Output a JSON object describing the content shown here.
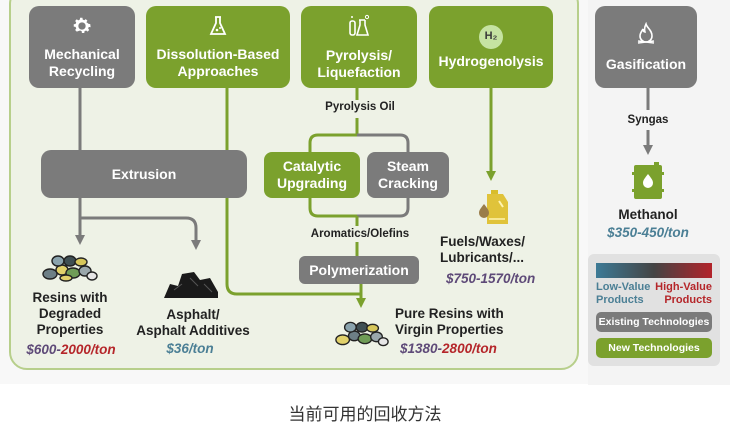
{
  "caption": "当前可用的回收方法",
  "colors": {
    "existing_technology": "#7b7b7b",
    "new_technology": "#7ba12d",
    "low_value": "#4b7f95",
    "mid_value": "#5e4a78",
    "high_value": "#b5262a",
    "panel_border": "#b7cf8b"
  },
  "processes": {
    "mechanical": {
      "label": "Mechanical\nRecycling",
      "icon": "gear-icon",
      "type": "existing"
    },
    "dissolution": {
      "label": "Dissolution-Based\nApproaches",
      "icon": "flask-icon",
      "type": "new"
    },
    "pyrolysis": {
      "label": "Pyrolysis/\nLiquefaction",
      "icon": "lab-glassware-icon",
      "type": "new"
    },
    "hydrogenolysis": {
      "label": "Hydrogenolysis",
      "icon": "h2-icon",
      "icon_text": "H₂",
      "type": "new"
    },
    "gasification": {
      "label": "Gasification",
      "icon": "fire-icon",
      "type": "existing"
    },
    "extrusion": {
      "label": "Extrusion",
      "type": "existing"
    },
    "catalytic": {
      "label": "Catalytic\nUpgrading",
      "type": "new"
    },
    "steam": {
      "label": "Steam\nCracking",
      "type": "existing"
    },
    "polymerization": {
      "label": "Polymerization",
      "type": "existing"
    }
  },
  "intermediates": {
    "pyrolysis_oil": "Pyrolysis Oil",
    "aromatics": "Aromatics/Olefins",
    "syngas": "Syngas"
  },
  "products": {
    "degraded": {
      "label": "Resins with\nDegraded\nProperties",
      "price_low": "$600-",
      "price_high": "2000/ton",
      "icon": "resin-pellets-icon"
    },
    "asphalt": {
      "label": "Asphalt/\nAsphalt Additives",
      "price": "$36/ton",
      "icon": "asphalt-pile-icon"
    },
    "virgin": {
      "label": "Pure Resins with\nVirgin Properties",
      "price_low": "$1380-",
      "price_high": "2800/ton",
      "icon": "resin-pellets-icon"
    },
    "fuels": {
      "label": "Fuels/Waxes/\nLubricants/...",
      "price": "$750-1570/ton",
      "icon": "oil-jug-icon"
    },
    "methanol": {
      "label": "Methanol",
      "price": "$350-450/ton",
      "icon": "barrel-icon"
    }
  },
  "legend": {
    "low": "Low-Value\nProducts",
    "high": "High-Value\nProducts",
    "existing": "Existing Technologies",
    "new": "New Technologies"
  }
}
